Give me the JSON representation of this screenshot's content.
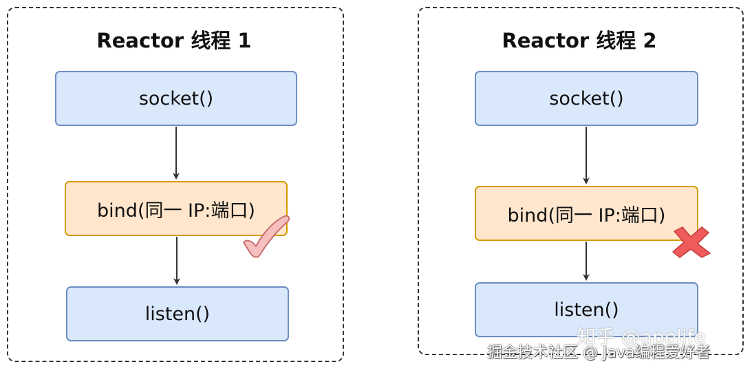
{
  "diagram": {
    "left_panel": {
      "title": "Reactor 线程 1",
      "socket_label": "socket()",
      "bind_label": "bind(同一 IP:端口)",
      "listen_label": "listen()",
      "bind_result": "check-icon"
    },
    "right_panel": {
      "title": "Reactor 线程 2",
      "socket_label": "socket()",
      "bind_label": "bind(同一 IP:端口)",
      "listen_label": "listen()",
      "bind_result": "cross-icon"
    }
  },
  "watermark": {
    "zhihu": "知乎 @apelife",
    "juejin": "掘金技术社区 @ Java编程爱好者"
  },
  "colors": {
    "blue_fill": "#dae8fc",
    "blue_stroke": "#6c8ebf",
    "orange_fill": "#ffe6cc",
    "orange_stroke": "#d79b00",
    "check": "#f4b6b6",
    "cross": "#e85a5a"
  }
}
